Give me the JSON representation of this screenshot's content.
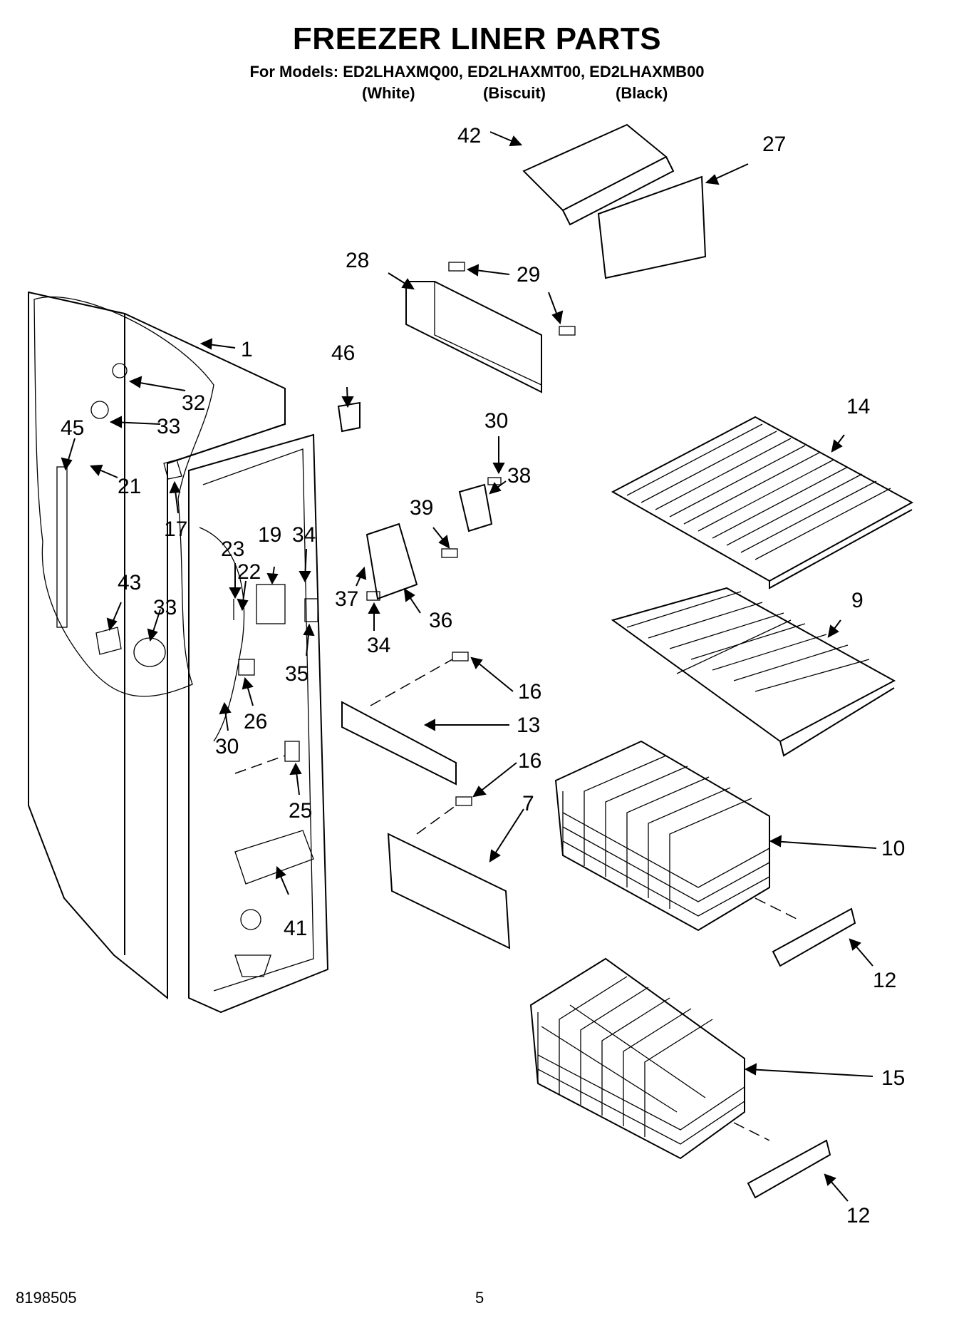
{
  "header": {
    "title": "FREEZER LINER PARTS",
    "models_line": "For Models: ED2LHAXMQ00, ED2LHAXMT00, ED2LHAXMB00",
    "variants": [
      "(White)",
      "(Biscuit)",
      "(Black)"
    ]
  },
  "callouts": [
    "1",
    "7",
    "9",
    "10",
    "12",
    "12",
    "13",
    "14",
    "15",
    "16",
    "16",
    "17",
    "19",
    "21",
    "22",
    "23",
    "25",
    "26",
    "27",
    "28",
    "29",
    "30",
    "30",
    "32",
    "33",
    "33",
    "34",
    "34",
    "35",
    "36",
    "37",
    "38",
    "39",
    "41",
    "42",
    "43",
    "45",
    "46"
  ],
  "footer": {
    "doc_number": "8198505",
    "page_number": "5"
  }
}
